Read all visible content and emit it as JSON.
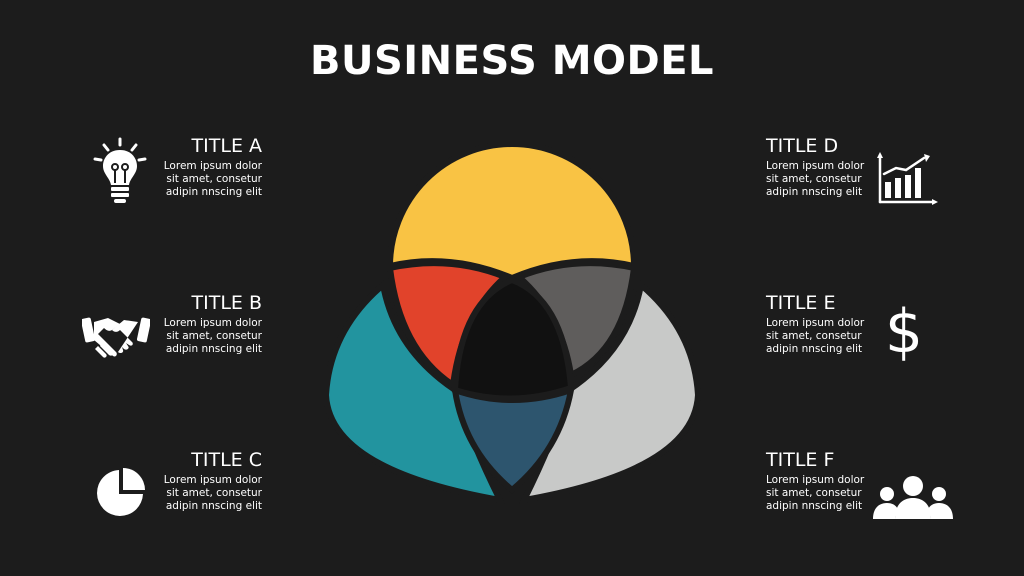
{
  "title": "BUSINESS MODEL",
  "colors": {
    "background": "#1c1c1c",
    "yellow": "#f9c344",
    "teal": "#22949f",
    "light_gray": "#c8c9c8",
    "red": "#e1432b",
    "dark_gray": "#5f5d5c",
    "navy": "#2d556e",
    "center": "#111111"
  },
  "items": [
    {
      "title": "TITLE A",
      "text": "Lorem ipsum dolor\nsit amet, consetur\nadipin nnscing elit",
      "icon": "lightbulb-icon"
    },
    {
      "title": "TITLE B",
      "text": "Lorem ipsum dolor\nsit amet, consetur\nadipin nnscing elit",
      "icon": "handshake-icon"
    },
    {
      "title": "TITLE C",
      "text": "Lorem ipsum dolor\nsit amet, consetur\nadipin nnscing elit",
      "icon": "pie-chart-icon"
    },
    {
      "title": "TITLE D",
      "text": "Lorem ipsum dolor\nsit amet, consetur\nadipin nnscing elit",
      "icon": "growth-chart-icon"
    },
    {
      "title": "TITLE E",
      "text": "Lorem ipsum dolor\nsit amet, consetur\nadipin nnscing elit",
      "icon": "dollar-icon"
    },
    {
      "title": "TITLE F",
      "text": "Lorem ipsum dolor\nsit amet, consetur\nadipin nnscing elit",
      "icon": "team-icon"
    }
  ]
}
